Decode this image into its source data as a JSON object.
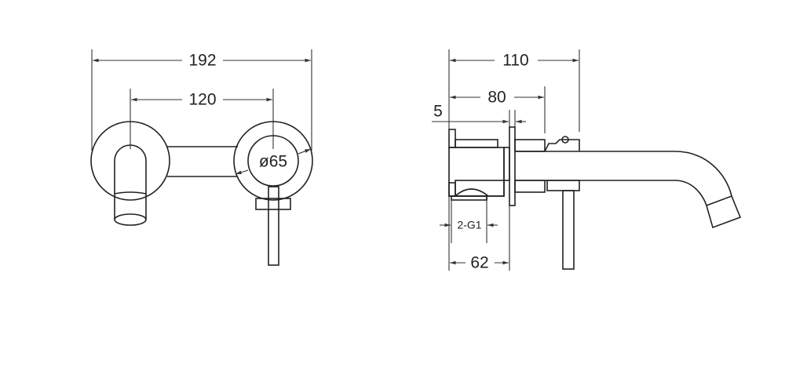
{
  "front_view": {
    "overall_width": "192",
    "center_distance": "120",
    "rosette_diameter": "ø65"
  },
  "side_view": {
    "projection": "110",
    "body_depth": "80",
    "plate_thickness": "5",
    "thread": "2-G1",
    "wall_depth": "62"
  },
  "colors": {
    "line": "#222222",
    "background": "#ffffff"
  }
}
